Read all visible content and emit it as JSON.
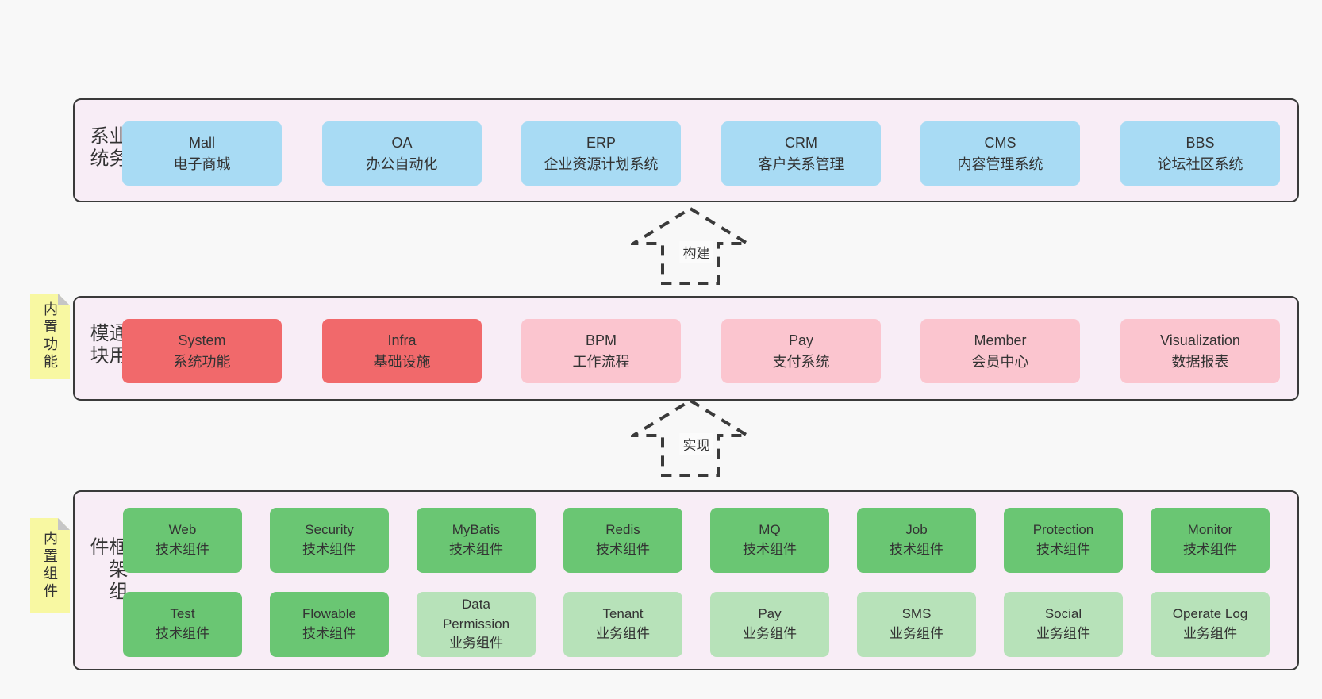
{
  "colors": {
    "page_bg": "#f8f8f8",
    "panel_bg": "#f8edf6",
    "panel_border": "#3a3a3a",
    "box_blue": "#a8dbf4",
    "box_red": "#f1696b",
    "box_pink": "#fbc5cf",
    "box_green": "#6ac673",
    "box_green_light": "#b7e2b9",
    "note_yellow": "#f8f8a2",
    "note_fold_gray": "#c6c6c6",
    "text": "#333333"
  },
  "sections": {
    "business": {
      "label": "业务系统",
      "boxes": [
        {
          "en": "Mall",
          "cn": "电子商城"
        },
        {
          "en": "OA",
          "cn": "办公自动化"
        },
        {
          "en": "ERP",
          "cn": "企业资源计划系统"
        },
        {
          "en": "CRM",
          "cn": "客户关系管理"
        },
        {
          "en": "CMS",
          "cn": "内容管理系统"
        },
        {
          "en": "BBS",
          "cn": "论坛社区系统"
        }
      ]
    },
    "modules": {
      "label": "通用模块",
      "note": "内置功能",
      "boxes": [
        {
          "en": "System",
          "cn": "系统功能"
        },
        {
          "en": "Infra",
          "cn": "基础设施"
        },
        {
          "en": "BPM",
          "cn": "工作流程"
        },
        {
          "en": "Pay",
          "cn": "支付系统"
        },
        {
          "en": "Member",
          "cn": "会员中心"
        },
        {
          "en": "Visualization",
          "cn": "数据报表"
        }
      ]
    },
    "framework": {
      "label": "框架组件",
      "note": "内置组件",
      "row1": [
        {
          "en": "Web",
          "cn": "技术组件"
        },
        {
          "en": "Security",
          "cn": "技术组件"
        },
        {
          "en": "MyBatis",
          "cn": "技术组件"
        },
        {
          "en": "Redis",
          "cn": "技术组件"
        },
        {
          "en": "MQ",
          "cn": "技术组件"
        },
        {
          "en": "Job",
          "cn": "技术组件"
        },
        {
          "en": "Protection",
          "cn": "技术组件"
        },
        {
          "en": "Monitor",
          "cn": "技术组件"
        }
      ],
      "row2": [
        {
          "en": "Test",
          "cn": "技术组件"
        },
        {
          "en": "Flowable",
          "cn": "技术组件"
        },
        {
          "en": "Data Permission",
          "cn": "业务组件"
        },
        {
          "en": "Tenant",
          "cn": "业务组件"
        },
        {
          "en": "Pay",
          "cn": "业务组件"
        },
        {
          "en": "SMS",
          "cn": "业务组件"
        },
        {
          "en": "Social",
          "cn": "业务组件"
        },
        {
          "en": "Operate Log",
          "cn": "业务组件"
        }
      ]
    }
  },
  "arrows": {
    "build": "构建",
    "implement": "实现"
  }
}
